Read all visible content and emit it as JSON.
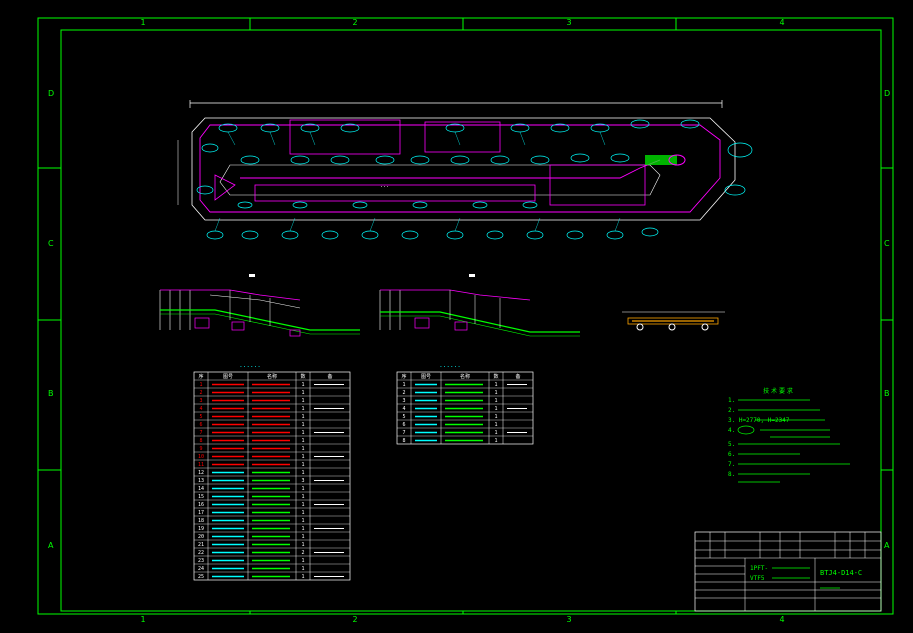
{
  "frame": {
    "columns": [
      "1",
      "2",
      "3",
      "4"
    ],
    "rows": [
      "D",
      "C",
      "B",
      "A"
    ]
  },
  "colors": {
    "background": "#000000",
    "frame": "#00ff00",
    "conveyor": "#ff00ff",
    "body": "#ffffff",
    "dims": "#00ffff",
    "mark": "#ff0000",
    "note": "#00ff00",
    "accent": "#ffa500"
  },
  "drawing": {
    "main_label": "...",
    "table_left": {
      "title": "......",
      "headers": [
        "序",
        "图号",
        "名称",
        "数",
        "备"
      ],
      "rows": [
        {
          "no": "1",
          "qty": "1"
        },
        {
          "no": "2",
          "qty": "1"
        },
        {
          "no": "3",
          "qty": "1"
        },
        {
          "no": "4",
          "qty": "1"
        },
        {
          "no": "5",
          "qty": "1"
        },
        {
          "no": "6",
          "qty": "1"
        },
        {
          "no": "7",
          "qty": "1"
        },
        {
          "no": "8",
          "qty": "1"
        },
        {
          "no": "9",
          "qty": "1"
        },
        {
          "no": "10",
          "qty": "1"
        },
        {
          "no": "11",
          "qty": "1"
        },
        {
          "no": "12",
          "qty": "1"
        },
        {
          "no": "13",
          "qty": "3"
        },
        {
          "no": "14",
          "qty": "1"
        },
        {
          "no": "15",
          "qty": "1"
        },
        {
          "no": "16",
          "qty": "1"
        },
        {
          "no": "17",
          "qty": "1"
        },
        {
          "no": "18",
          "qty": "1"
        },
        {
          "no": "19",
          "qty": "1"
        },
        {
          "no": "20",
          "qty": "1"
        },
        {
          "no": "21",
          "qty": "1"
        },
        {
          "no": "22",
          "qty": "2"
        },
        {
          "no": "23",
          "qty": "1"
        },
        {
          "no": "24",
          "qty": "1"
        },
        {
          "no": "25",
          "qty": "1"
        }
      ]
    },
    "table_right": {
      "title": "......",
      "headers": [
        "序",
        "图号",
        "名称",
        "数",
        "备"
      ],
      "rows": [
        {
          "no": "1",
          "qty": "1"
        },
        {
          "no": "2",
          "qty": "1"
        },
        {
          "no": "3",
          "qty": "1"
        },
        {
          "no": "4",
          "qty": "1"
        },
        {
          "no": "5",
          "qty": "1"
        },
        {
          "no": "6",
          "qty": "1"
        },
        {
          "no": "7",
          "qty": "1"
        },
        {
          "no": "8",
          "qty": "1"
        }
      ]
    },
    "notes_title": "技 术 要 求",
    "notes": [
      "1.",
      "2.",
      "3.   H=2770,    H=2347",
      "4.",
      "5.",
      "6.",
      "7.",
      "8."
    ],
    "title_block": {
      "name_line1": "1PFT-",
      "name_line2": "VTF5",
      "drawing_no": "BTJ4-D14-C"
    }
  }
}
